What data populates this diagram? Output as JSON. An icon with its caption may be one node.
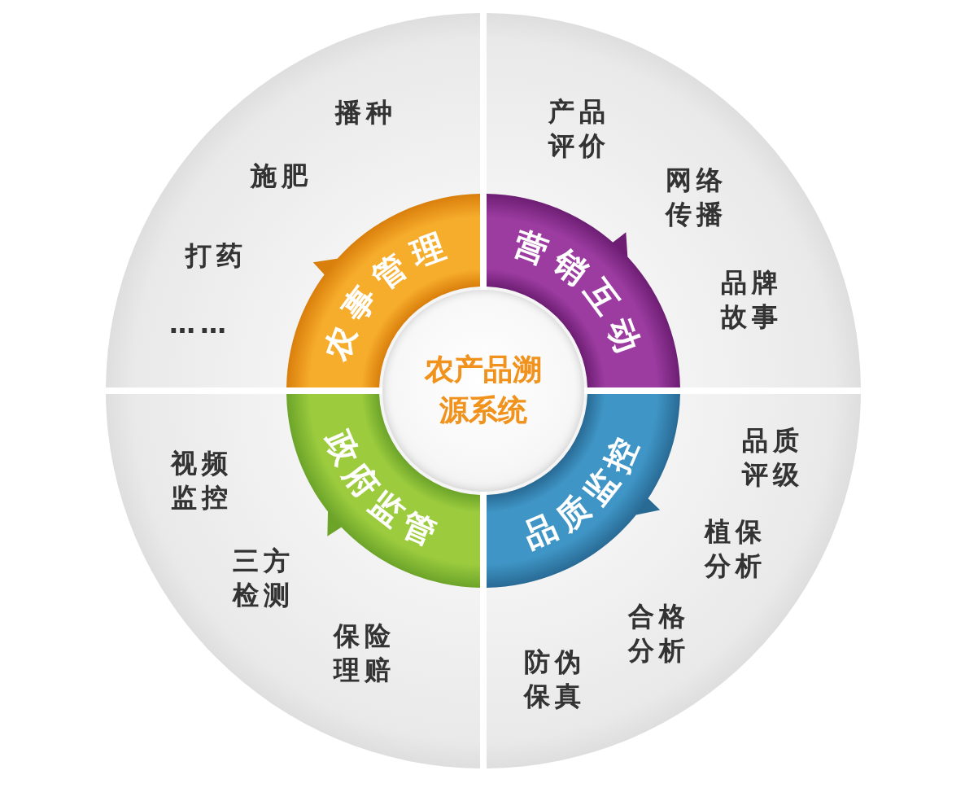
{
  "diagram": {
    "nodes": [
      {
        "text": [
          "播种",
          "施肥",
          "打药",
          "……"
        ]
      },
      {
        "text": [
          "农事管理"
        ],
        "in": 0
      },
      {
        "text": [
          "产品评价",
          "网络传播",
          "品牌故事"
        ]
      },
      {
        "text": [
          "营销互动"
        ],
        "in": 2
      },
      {
        "text": [
          "农产品溯源系统"
        ]
      },
      {
        "text": [
          "视频监控",
          "三方检测",
          "保险理赔"
        ]
      },
      {
        "text": [
          "政府监管"
        ],
        "in": 5
      },
      {
        "text": [
          "品质评级",
          "植保分析",
          "合格分析",
          "防伪保真"
        ]
      },
      {
        "text": [
          "品质监控"
        ],
        "in": 7
      }
    ]
  }
}
